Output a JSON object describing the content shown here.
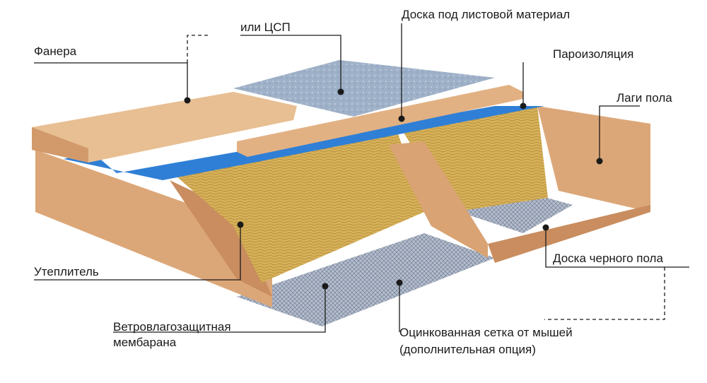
{
  "labels": {
    "plywood": "Фанера",
    "or_csp": "или ЦСП",
    "board_sheet": "Доска под листовой материал",
    "vapor_barrier": "Пароизоляция",
    "floor_joists": "Лаги пола",
    "subfloor_board": "Доска черного пола",
    "insulation": "Утеплитель",
    "membrane_line1": "Ветровлагозащитная",
    "membrane_line2": "мембарана",
    "mesh_line1": "Оцинкованная сетка от мышей",
    "mesh_line2": "(дополнительная опция)"
  },
  "colors": {
    "wood_light": "#e8bf93",
    "wood_mid": "#dba87a",
    "wood_dark": "#c98d5f",
    "csp_board": "#9fb1c8",
    "vapor_blue": "#2f7fd6",
    "insulation": "#d9b45a",
    "mesh": "#aab4c6"
  }
}
